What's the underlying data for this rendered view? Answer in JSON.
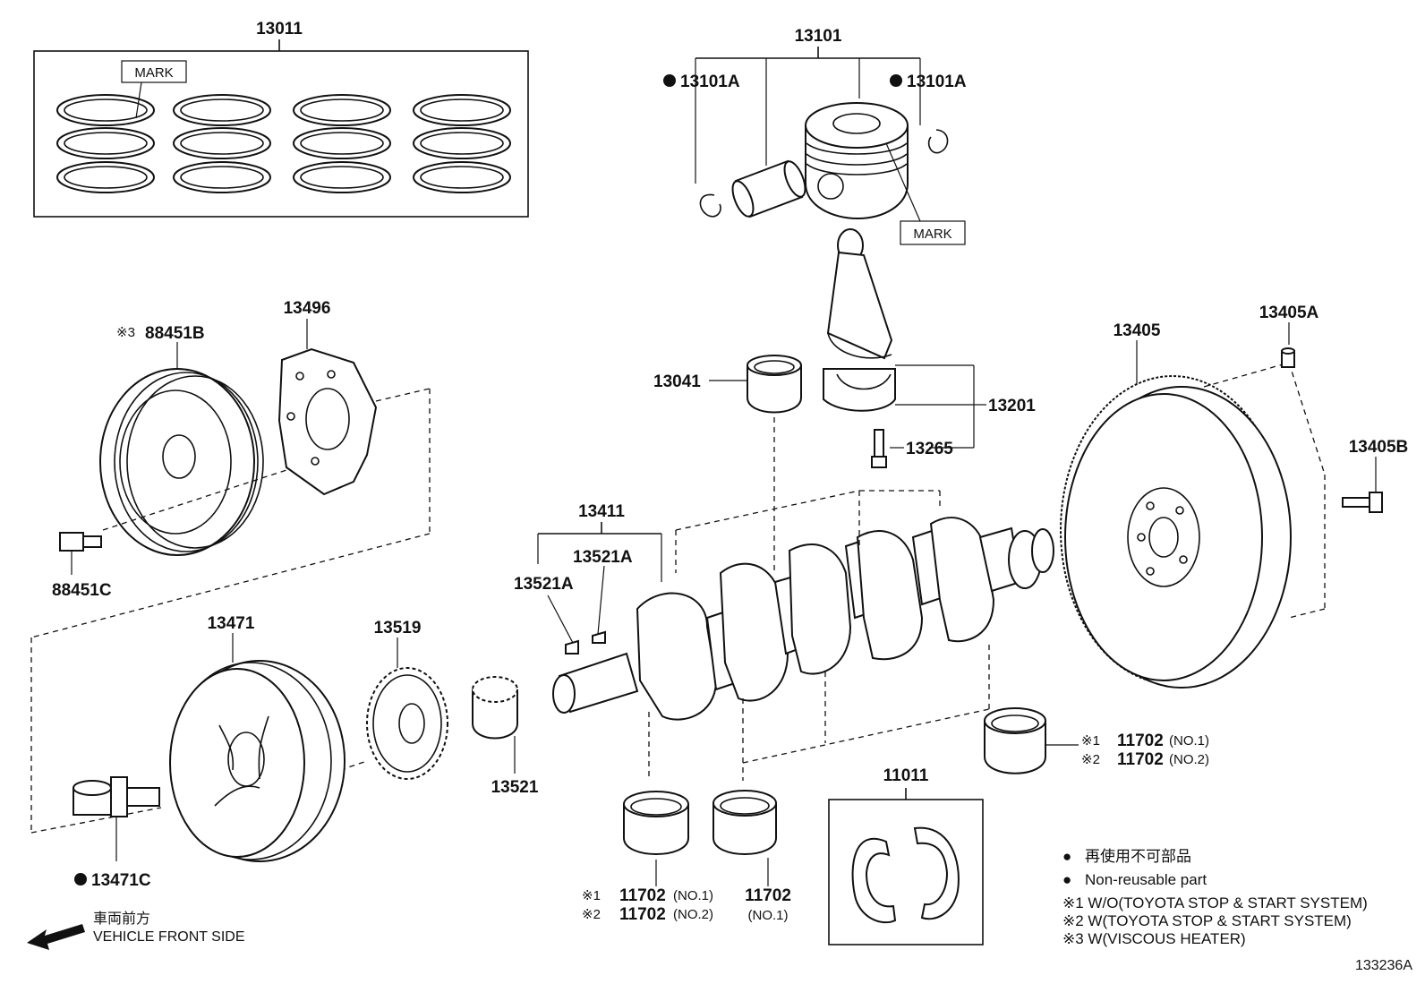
{
  "title": "",
  "labels": {
    "p13011": "13011",
    "p13101": "13101",
    "p13101A_left": "13101A",
    "p13101A_right": "13101A",
    "mark_rings": "MARK",
    "mark_piston": "MARK",
    "p13496": "13496",
    "p88451B_ref": "※3",
    "p88451B": "88451B",
    "p88451C": "88451C",
    "p13041": "13041",
    "p13201": "13201",
    "p13265": "13265",
    "p13405": "13405",
    "p13405A": "13405A",
    "p13405B": "13405B",
    "p13411": "13411",
    "p13521A_right": "13521A",
    "p13521A_left": "13521A",
    "p13471": "13471",
    "p13519": "13519",
    "p13521": "13521",
    "p13471C": "13471C",
    "p11011": "11011",
    "right_bearing": {
      "line1_ref": "※1",
      "line1_pn": "11702",
      "line1_sub": "(NO.1)",
      "line2_ref": "※2",
      "line2_pn": "11702",
      "line2_sub": "(NO.2)"
    },
    "left_bearing": {
      "line1_ref": "※1",
      "line1_pn": "11702",
      "line1_sub": "(NO.1)",
      "line2_ref": "※2",
      "line2_pn": "11702",
      "line2_sub": "(NO.2)"
    },
    "mid_bearing": {
      "pn": "11702",
      "sub": "(NO.1)"
    }
  },
  "legend": {
    "bullet": "●",
    "jp": "再使用不可部品",
    "en": "Non-reusable part",
    "note1": "※1  W/O(TOYOTA STOP & START SYSTEM)",
    "note2": "※2  W(TOYOTA STOP & START SYSTEM)",
    "note3": "※3  W(VISCOUS HEATER)"
  },
  "direction": {
    "jp": "車両前方",
    "en": "VEHICLE FRONT SIDE"
  },
  "figure_id": "133236A"
}
